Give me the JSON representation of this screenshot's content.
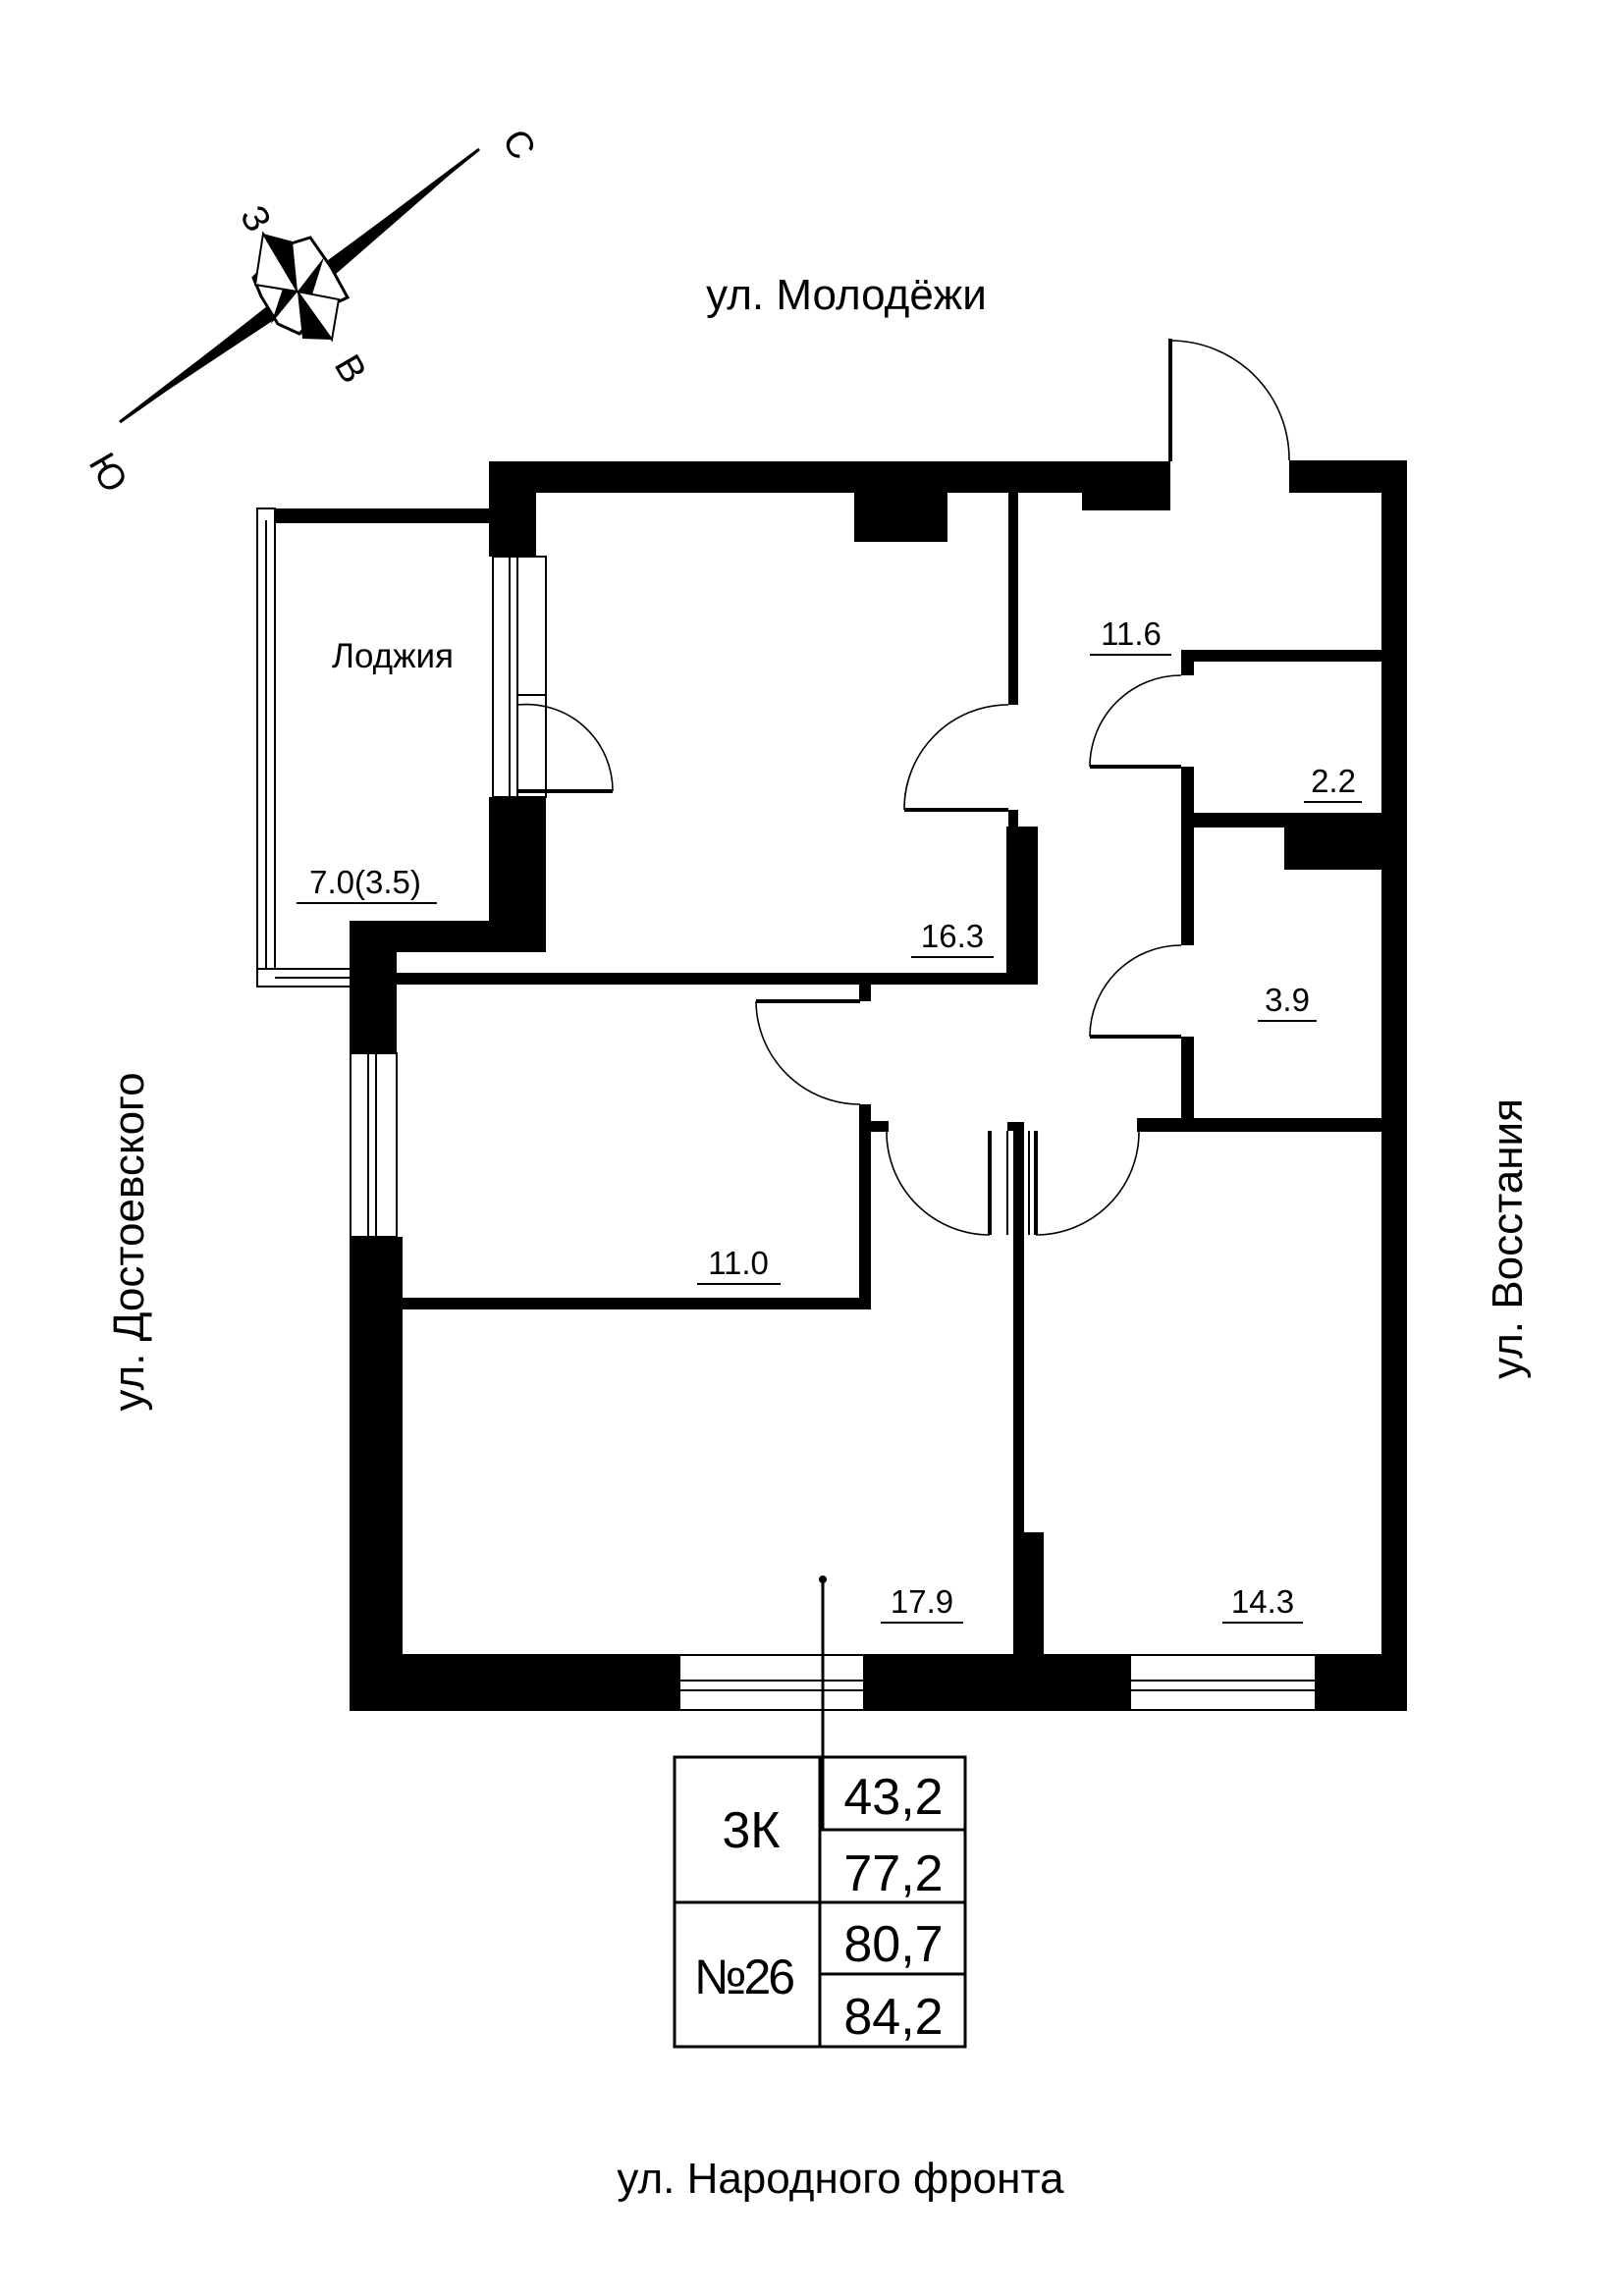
{
  "compass": {
    "north": "С",
    "south": "Ю",
    "west": "З",
    "east": "В"
  },
  "streets": {
    "top": "ул. Молодёжи",
    "bottom": "ул. Народного фронта",
    "left": "ул. Достоевского",
    "right": "ул. Восстания"
  },
  "rooms": {
    "loggia_name": "Лоджия",
    "loggia_area": "7.0(3.5)",
    "bedroom_top": "16.3",
    "hall": "11.6",
    "wc": "2.2",
    "bathroom": "3.9",
    "bedroom_left": "11.0",
    "living": "17.9",
    "bedroom_right": "14.3"
  },
  "summary_table": {
    "rooms_type": "3К",
    "apartment_number": "№26",
    "living_area": "43,2",
    "total_area": "77,2",
    "total_with_loggia_reduced": "80,7",
    "total_with_loggia": "84,2"
  },
  "colors": {
    "walls": "#000000",
    "background": "#ffffff"
  }
}
